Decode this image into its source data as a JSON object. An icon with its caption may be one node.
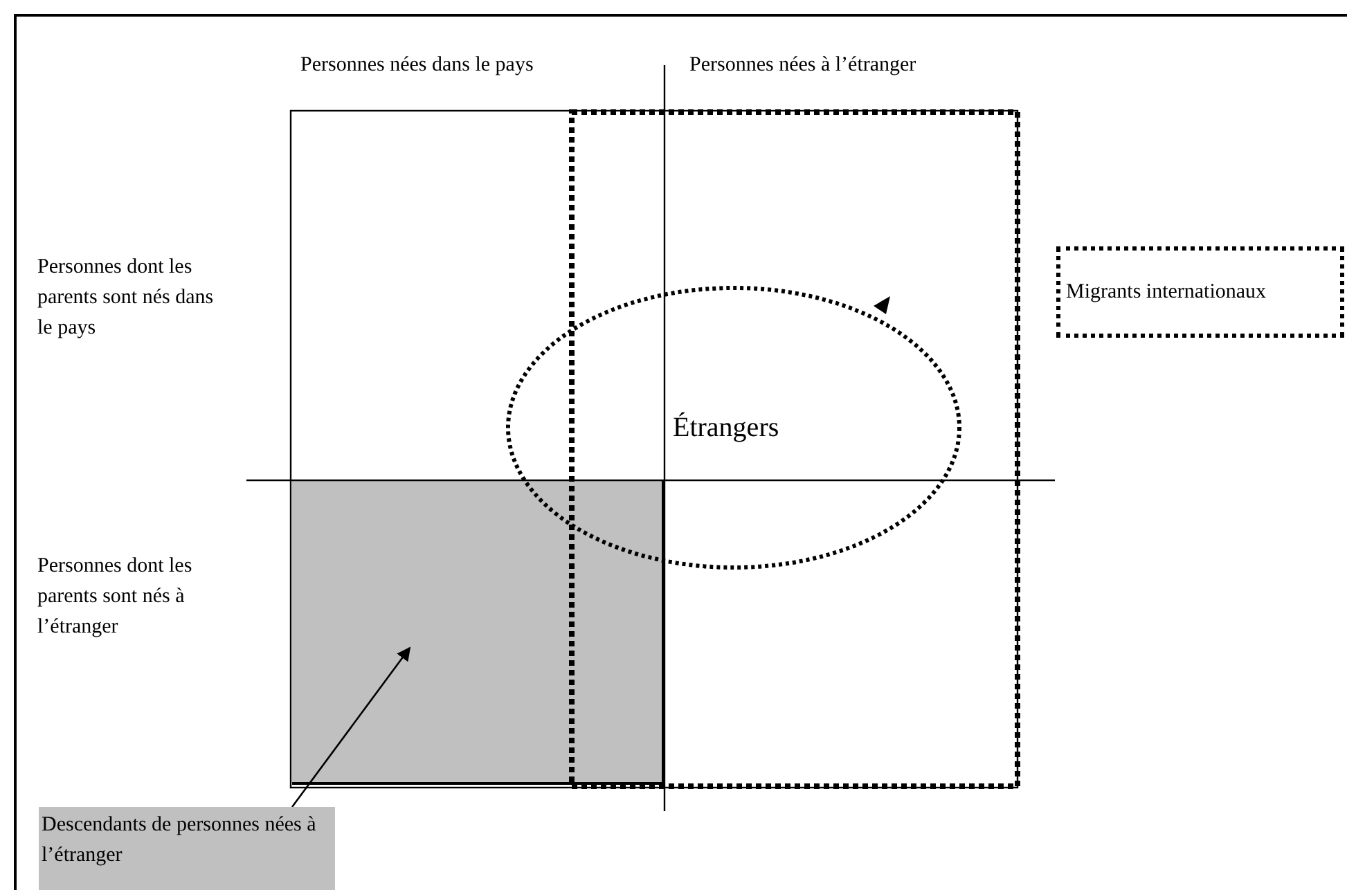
{
  "diagram": {
    "nodes": [
      {
        "text": [
          "Migrants internationaux"
        ]
      },
      {
        "text": [
          "Étrangers"
        ]
      },
      {
        "text": [
          "Descendants de personnes nées à l’étranger"
        ]
      },
      {
        "text": [],
        "shape": "box"
      }
    ],
    "edges": [
      {
        "from": 2,
        "to": 3,
        "arrow": "to"
      }
    ],
    "labels": [
      "Personnes nées dans le pays",
      "Personnes nées à l’étranger",
      "Personnes dont les parents sont nés dans le pays",
      "Personnes dont les parents sont nés à l’étranger"
    ]
  }
}
